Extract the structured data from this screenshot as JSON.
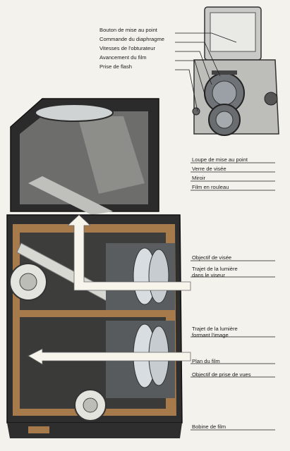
{
  "diagram": {
    "labels_top": [
      "Bouton de mise au point",
      "Commande du diaphragme",
      "Vitesses de l'obturateur",
      "Avancement du film",
      "Prise de flash"
    ],
    "labels_right": [
      "Loupe de mise au point",
      "Verre de visée",
      "Miroir",
      "Film en rouleau",
      "Objectif de visée",
      "Trajet de la lumière",
      "dans le viseur",
      "Trajet de la lumière",
      "formant l'image",
      "Plan du film",
      "Objectif de prise de vues",
      "Bobine de film"
    ],
    "colors": {
      "background": "#f3f2ed",
      "body_dark": "#2b2b2b",
      "cutaway_brown": "#a77a4b",
      "glass": "#d7dde0",
      "light_path": "#f7f4ec"
    }
  }
}
